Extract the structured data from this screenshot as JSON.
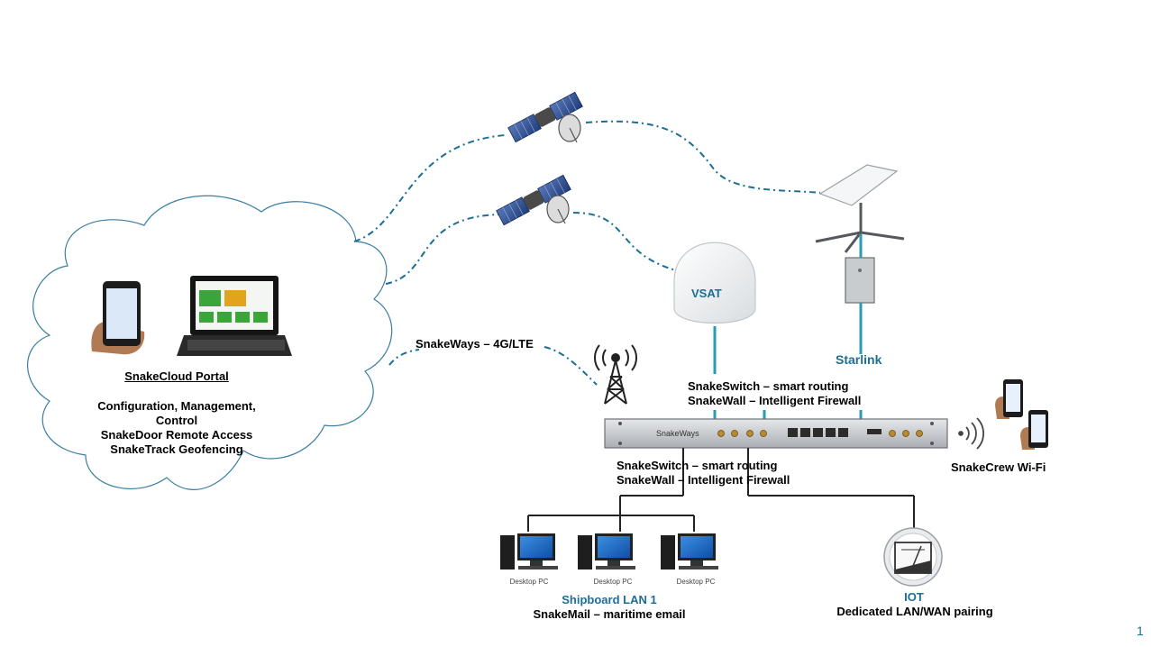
{
  "cloud": {
    "title": "SnakeCloud Portal",
    "line1": "Configuration, Management,",
    "line2": "Control",
    "line3": "SnakeDoor Remote Access",
    "line4": "SnakeTrack Geofencing"
  },
  "links": {
    "lte_label": "SnakeWays – 4G/LTE"
  },
  "vsat": {
    "label": "VSAT"
  },
  "starlink": {
    "label": "Starlink"
  },
  "router": {
    "brand": "SnakeWays",
    "upper_line1": "SnakeSwitch – smart routing",
    "upper_line2": "SnakeWall – Intelligent Firewall",
    "lower_line1": "SnakeSwitch – smart routing",
    "lower_line2": "SnakeWall – Intelligent Firewall"
  },
  "crew": {
    "label": "SnakeCrew Wi-Fi"
  },
  "lan": {
    "pc_label": "Desktop PC",
    "title": "Shipboard LAN 1",
    "subtitle": "SnakeMail – maritime email"
  },
  "iot": {
    "title": "IOT",
    "subtitle": "Dedicated LAN/WAN pairing"
  },
  "slide": {
    "number": "1"
  },
  "colors": {
    "link_dash": "#1b6e95",
    "cable": "#2a9bb5",
    "label_blue": "#1b6e95",
    "cloud_stroke": "#3a7ea3"
  }
}
